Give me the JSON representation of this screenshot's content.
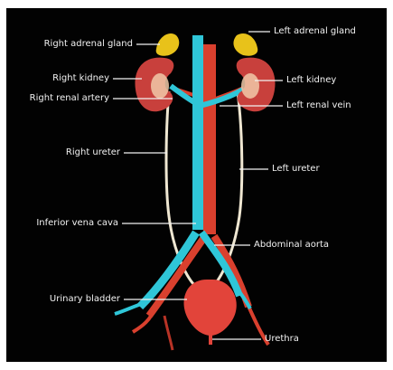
{
  "diagram": {
    "labels": {
      "right_adrenal_gland": "Right adrenal gland",
      "right_kidney": "Right kidney",
      "right_renal_artery": "Right renal artery",
      "right_ureter": "Right ureter",
      "inferior_vena_cava": "Inferior vena cava",
      "urinary_bladder": "Urinary bladder",
      "left_adrenal_gland": "Left adrenal gland",
      "left_kidney": "Left kidney",
      "left_renal_vein": "Left renal vein",
      "left_ureter": "Left ureter",
      "abdominal_aorta": "Abdominal aorta",
      "urethra": "Urethra"
    },
    "colors": {
      "background": "#020202",
      "adrenal": "#e8c21a",
      "kidney": "#c8403c",
      "vein": "#2fc6d8",
      "artery": "#d9402e",
      "ureter": "#efe7d2",
      "bladder": "#e2443a"
    }
  }
}
